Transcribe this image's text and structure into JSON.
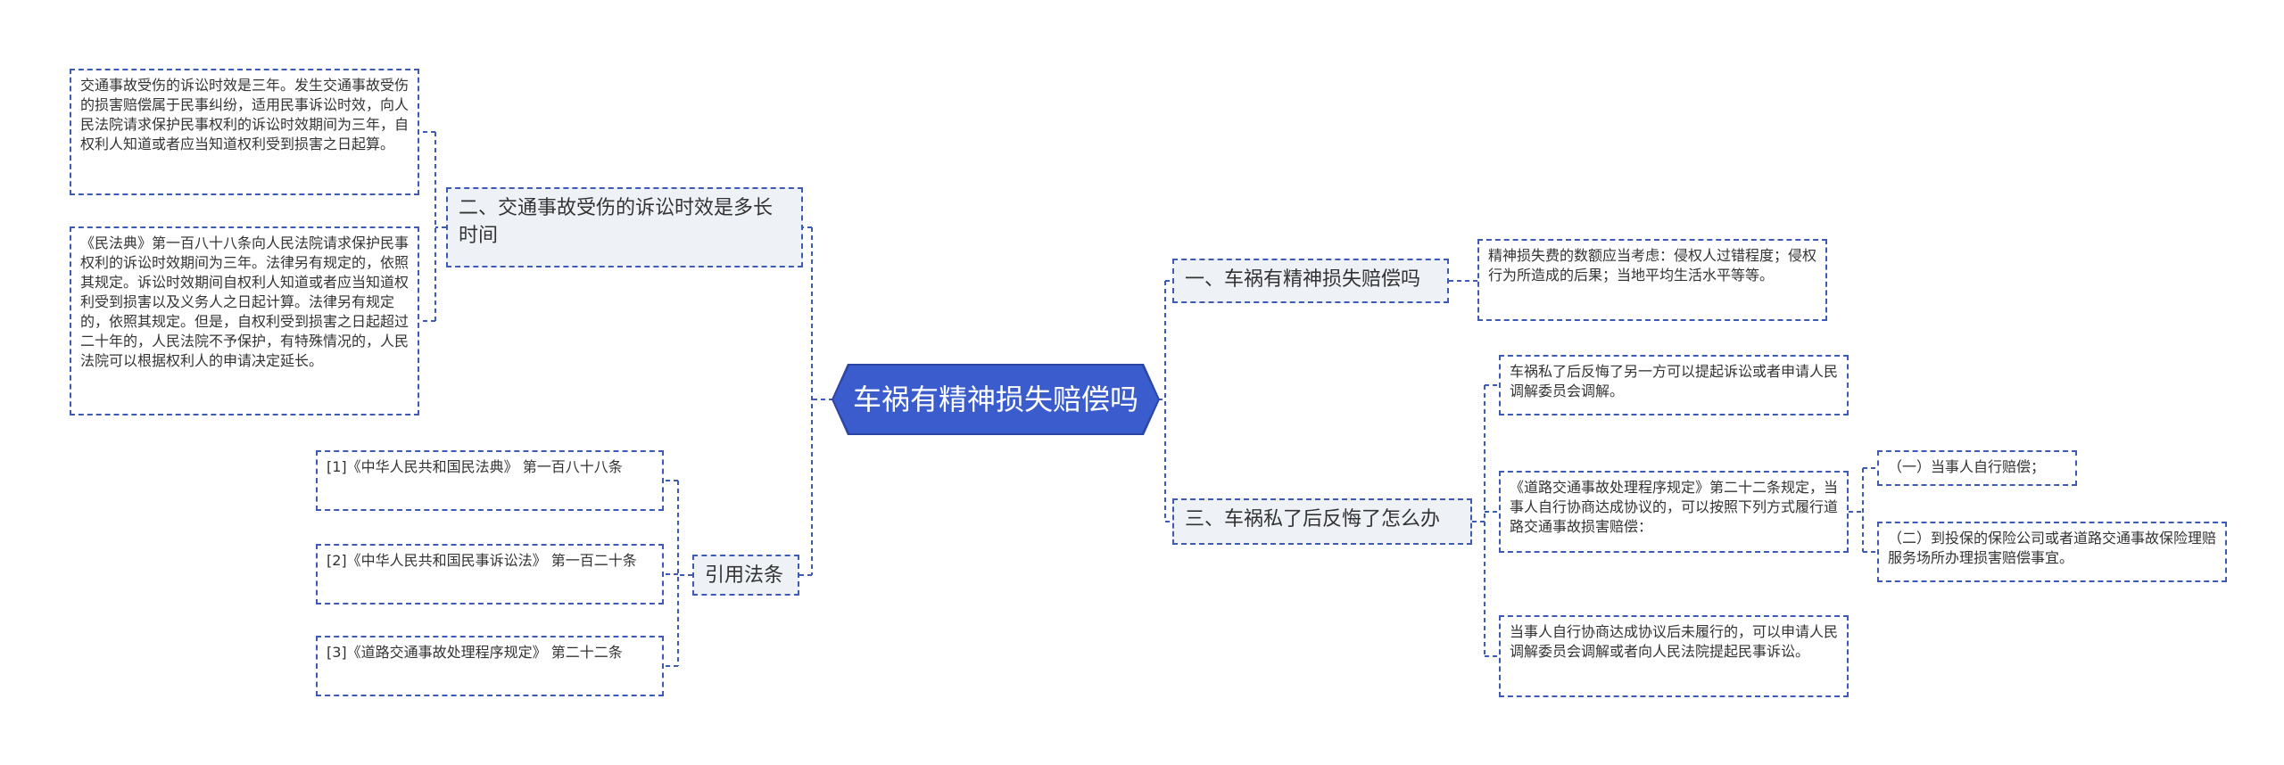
{
  "root": {
    "label": "车祸有精神损失赔偿吗"
  },
  "left": {
    "branch_limitation": {
      "label": "二、交通事故受伤的诉讼时效是多长时间",
      "leaves": [
        "交通事故受伤的诉讼时效是三年。发生交通事故受伤的损害赔偿属于民事纠纷，适用民事诉讼时效，向人民法院请求保护民事权利的诉讼时效期间为三年，自权利人知道或者应当知道权利受到损害之日起算。",
        "《民法典》第一百八十八条向人民法院请求保护民事权利的诉讼时效期间为三年。法律另有规定的，依照其规定。诉讼时效期间自权利人知道或者应当知道权利受到损害以及义务人之日起计算。法律另有规定的，依照其规定。但是，自权利受到损害之日起超过二十年的，人民法院不予保护，有特殊情况的，人民法院可以根据权利人的申请决定延长。"
      ]
    },
    "branch_citations": {
      "label": "引用法条",
      "leaves": [
        "[1]《中华人民共和国民法典》 第一百八十八条",
        "[2]《中华人民共和国民事诉讼法》 第一百二十条",
        "[3]《道路交通事故处理程序规定》 第二十二条"
      ]
    }
  },
  "right": {
    "branch_mental": {
      "label": "一、车祸有精神损失赔偿吗",
      "leaves": [
        "精神损失费的数额应当考虑：侵权人过错程度；侵权行为所造成的后果；当地平均生活水平等等。"
      ]
    },
    "branch_regret": {
      "label": "三、车祸私了后反悔了怎么办",
      "leaves": [
        "车祸私了后反悔了另一方可以提起诉讼或者申请人民调解委员会调解。",
        "《道路交通事故处理程序规定》第二十二条规定，当事人自行协商达成协议的，可以按照下列方式履行道路交通事故损害赔偿：",
        "当事人自行协商达成协议后未履行的，可以申请人民调解委员会调解或者向人民法院提起民事诉讼。"
      ],
      "sub_leaves": [
        "（一）当事人自行赔偿；",
        "（二）到投保的保险公司或者道路交通事故保险理赔服务场所办理损害赔偿事宜。"
      ]
    }
  },
  "colors": {
    "root_fill": "#3a5ccc",
    "line": "#3d5ab5",
    "branch_fill": "#eef1f6"
  }
}
